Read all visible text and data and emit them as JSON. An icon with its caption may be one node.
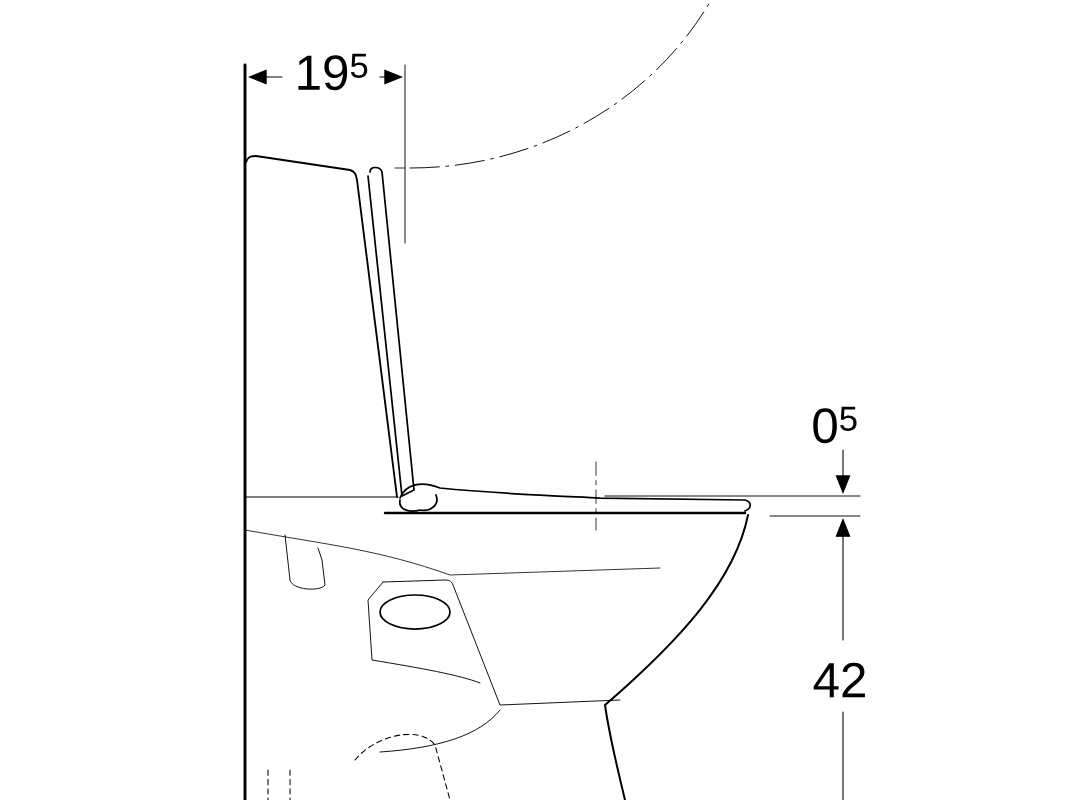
{
  "diagram": {
    "labels": [
      "19$^{5}$",
      "0$^{5}$",
      "42"
    ]
  }
}
